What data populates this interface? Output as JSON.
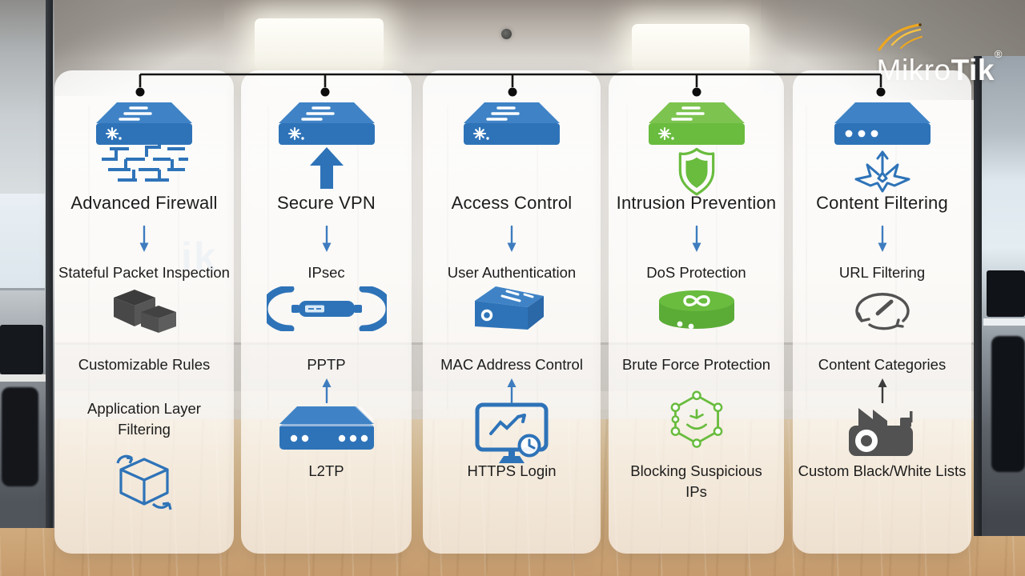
{
  "brand": {
    "logo_light": "Mikro",
    "logo_bold": "Tik",
    "registered_mark": "®"
  },
  "glass_watermark": "ik",
  "columns": [
    {
      "title": "Advanced Firewall",
      "top_icon": "router-device-icon",
      "feature_icon": "firewall-maze-icon",
      "items": [
        "Stateful Packet Inspection",
        "Customizable Rules",
        "Application Layer Filtering"
      ],
      "item_icons": [
        "parcel-boxes-icon",
        "app-layer-box-icon"
      ]
    },
    {
      "title": "Secure VPN",
      "top_icon": "router-device-icon",
      "feature_icon": "solid-up-arrow-icon",
      "items": [
        "IPsec",
        "PPTP",
        "L2TP"
      ],
      "item_icons": [
        "vpn-tunnel-icon",
        "router-3d-icon"
      ]
    },
    {
      "title": "Access Control",
      "top_icon": "router-device-icon",
      "items": [
        "User Authentication",
        "MAC Address Control",
        "HTTPS Login"
      ],
      "item_icons": [
        "access-device-icon",
        "monitor-stats-clock-icon"
      ]
    },
    {
      "title": "Intrusion Prevention",
      "top_icon": "router-device-icon-green",
      "feature_icon": "shield-icon",
      "items": [
        "DoS Protection",
        "Brute Force Protection",
        "Blocking Suspicious IPs"
      ],
      "item_icons": [
        "infinity-disk-icon",
        "network-nodes-icon"
      ]
    },
    {
      "title": "Content Filtering",
      "top_icon": "router-device-dots-icon",
      "feature_icon": "burst-star-arrow-icon",
      "items": [
        "URL Filtering",
        "Content Categories",
        "Custom Black/White Lists"
      ],
      "item_icons": [
        "web-cycle-icon",
        "factory-icon"
      ]
    }
  ],
  "colors": {
    "blue": "#2e73b8",
    "blue_light": "#3f83c6",
    "green": "#69bc3e",
    "green_light": "#7cc44f",
    "arrow_blue": "#3e7cbf",
    "dark_arrow": "#3c3c3c",
    "icon_gray": "#525252",
    "connector": "#141414",
    "text": "#1c1c1c",
    "logo_yellow": "#eda71f",
    "logo_yellow_light": "#f6c243"
  }
}
